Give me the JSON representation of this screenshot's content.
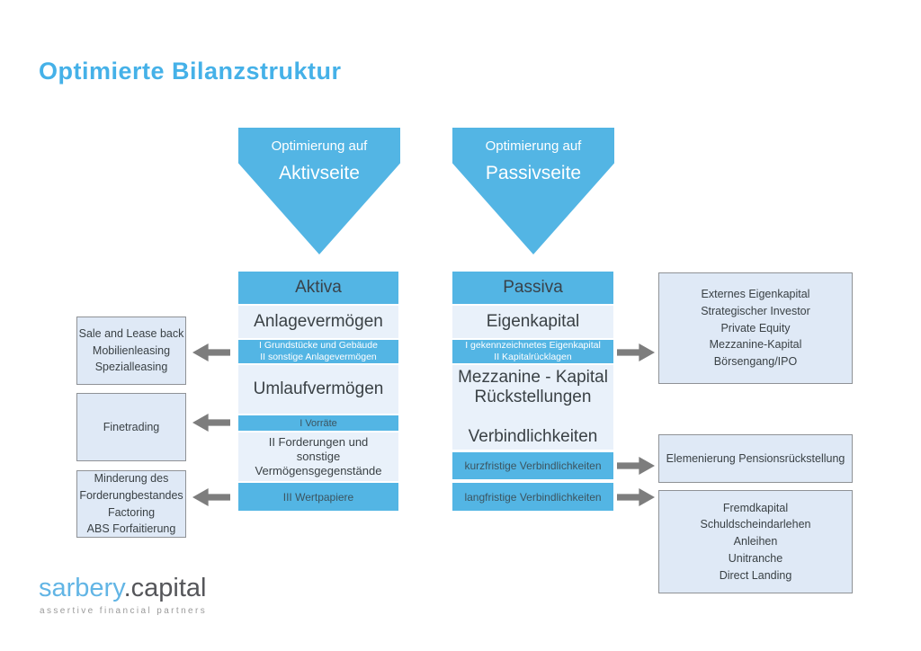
{
  "title": "Optimierte Bilanzstruktur",
  "colors": {
    "accent_blue": "#53b5e4",
    "title_blue": "#45b1e8",
    "row_light_blue": "#e9f1fa",
    "side_box_bg": "#dfe9f6",
    "side_box_border": "#8f9296",
    "arrow_gray": "#7d7d7d",
    "text_dark": "#3a4145",
    "text_on_small_bar": "#3c545f"
  },
  "pennants": {
    "aktiv": {
      "line1": "Optimierung auf",
      "line2": "Aktivseite"
    },
    "passiv": {
      "line1": "Optimierung auf",
      "line2": "Passivseite"
    }
  },
  "aktiva": {
    "header": "Aktiva",
    "rows": {
      "anlagevermoegen": "Anlagevermögen",
      "grundstuecke": "I Grundstücke und Gebäude\nII sonstige Anlagevermögen",
      "umlaufvermoegen": "Umlaufvermögen",
      "vorraete": "I Vorräte",
      "forderungen": "II Forderungen und\nsonstige\nVermögensgegenstände",
      "wertpapiere": "III Wertpapiere"
    }
  },
  "passiva": {
    "header": "Passiva",
    "rows": {
      "eigenkapital": "Eigenkapital",
      "gekennzeichnetes": "I gekennzeichnetes Eigenkapital\nII Kapitalrücklagen",
      "mezzanine_block": "Mezzanine - Kapital\nRückstellungen\n\nVerbindlichkeiten",
      "kurzfristig": "kurzfristige Verbindlichkeiten",
      "langfristig": "langfristige Verbindlichkeiten"
    }
  },
  "left_boxes": {
    "leasing": "Sale and Lease back\nMobilienleasing\nSpezialleasing",
    "finetrading": "Finetrading",
    "factoring": "Minderung des\nForderungbestandes\nFactoring\nABS Forfaitierung"
  },
  "right_boxes": {
    "externes_eigenkapital": "Externes Eigenkapital\nStrategischer Investor\nPrivate Equity\nMezzanine-Kapital\nBörsengang/IPO",
    "pensionsrueckstellung": "Elemenierung Pensionsrückstellung",
    "fremdkapital": "Fremdkapital\nSchuldscheindarlehen\nAnleihen\nUnitranche\nDirect Landing"
  },
  "logo": {
    "name_primary": "sarbery",
    "name_secondary": ".capital",
    "tagline": "assertive financial partners"
  }
}
